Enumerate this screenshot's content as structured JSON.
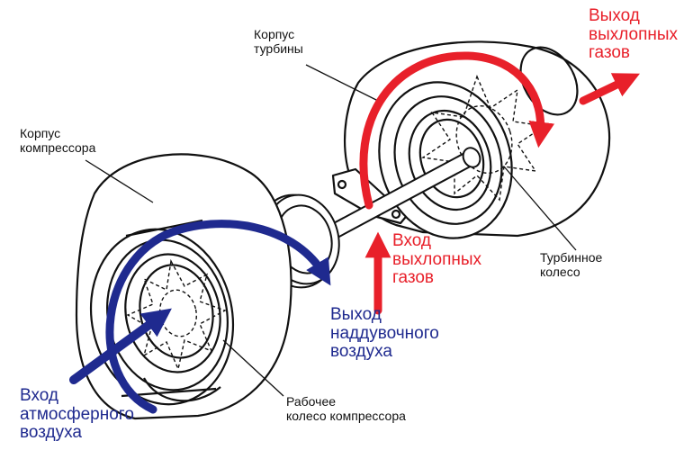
{
  "labels": {
    "turbine_housing": "Корпус\nтурбины",
    "compressor_housing": "Корпус\nкомпрессора",
    "turbine_wheel": "Турбинное\nколесо",
    "compressor_wheel": "Рабочее\nколесо компрессора",
    "exhaust_out": "Выход\nвыхлопных\nгазов",
    "exhaust_in": "Вход\nвыхлопных\nгазов",
    "boost_out": "Выход\nнаддувочного\nвоздуха",
    "air_in": "Вход\nатмосферного\nвоздуха"
  },
  "colors": {
    "exhaust": "#e8202a",
    "air": "#1f2a8f",
    "line": "#111111"
  }
}
